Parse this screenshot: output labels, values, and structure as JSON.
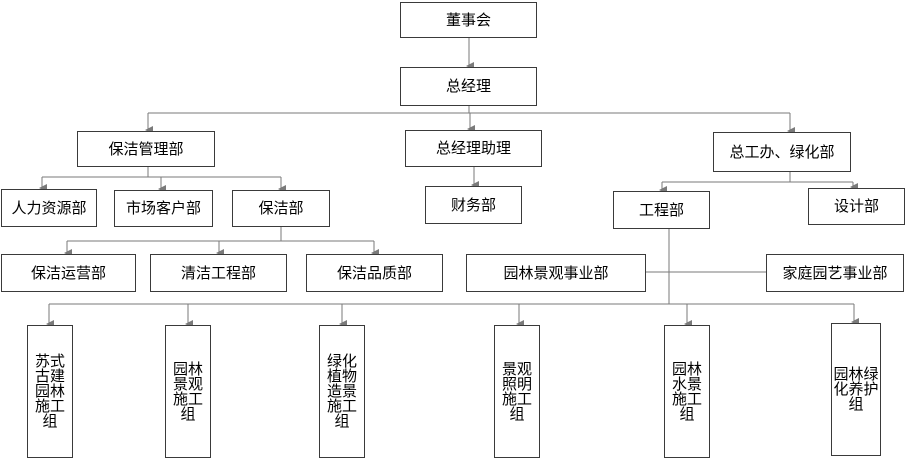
{
  "org": {
    "board": "董事会",
    "gm": "总经理",
    "cleaning_mgmt": "保洁管理部",
    "gm_assistant": "总经理助理",
    "chief_eng_office": "总工办、绿化部",
    "hr": "人力资源部",
    "market_customer": "市场客户部",
    "cleaning": "保洁部",
    "finance": "财务部",
    "engineering": "工程部",
    "design": "设计部",
    "cleaning_ops": "保洁运营部",
    "cleaning_eng": "清洁工程部",
    "cleaning_quality": "保洁品质部",
    "landscape_biz": "园林景观事业部",
    "home_garden_biz": "家庭园艺事业部",
    "team_suzhou_garden": "苏式古建园林施工组",
    "team_landscape": "园林景观施工组",
    "team_planting": "绿化植物造景施工组",
    "team_lighting": "景观照明施工组",
    "team_water": "园林水景施工组",
    "team_maintenance": "园林绿化养护组"
  }
}
